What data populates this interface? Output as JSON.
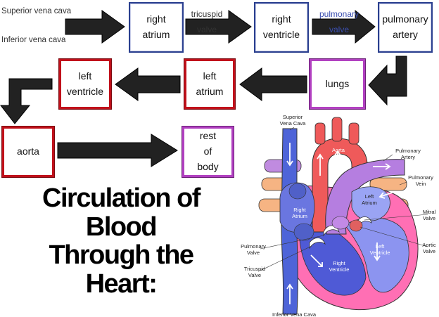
{
  "inputs": {
    "superior": "Superior vena cava",
    "inferior": "Inferior vena cava"
  },
  "valves": {
    "tricuspid": [
      "tricuspid",
      "valve"
    ],
    "pulmonary": [
      "pulmonary",
      "valve"
    ]
  },
  "boxes": {
    "right_atrium": "right\natrium",
    "right_ventricle": "right\nventricle",
    "pulmonary_artery": "pulmonary\nartery",
    "lungs": "lungs",
    "left_atrium": "left\natrium",
    "left_ventricle": "left\nventricle",
    "aorta": "aorta",
    "rest_of_body": "rest\nof\nbody"
  },
  "title_lines": [
    "Circulation of",
    "Blood",
    "Through the",
    "Heart:"
  ],
  "heart_labels": {
    "superior_vena_cava": [
      "Superior",
      "Vena Cava"
    ],
    "aorta": "Aorta",
    "pulmonary_artery": [
      "Pulmonary",
      "Artery"
    ],
    "pulmonary_vein": [
      "Pulmonary",
      "Vein"
    ],
    "left_atrium": [
      "Left",
      "Atrium"
    ],
    "right_atrium": [
      "Right",
      "Atrium"
    ],
    "mitral_valve": [
      "Mitral",
      "Valve"
    ],
    "aortic_valve": [
      "Aortic",
      "Valve"
    ],
    "left_ventricle": [
      "Left",
      "Ventricle"
    ],
    "pulmonary_valve": [
      "Pulmonary",
      "Valve"
    ],
    "right_ventricle": [
      "Right",
      "Ventricle"
    ],
    "tricuspid_valve": [
      "Tricuspid",
      "Valve"
    ],
    "inferior_vena_cava": "Inferior Vena Cava"
  },
  "colors": {
    "blue_border": "#2a3f8f",
    "red_border": "#c0101a",
    "purple_border": "#b140c0",
    "arrow": "#222222"
  }
}
